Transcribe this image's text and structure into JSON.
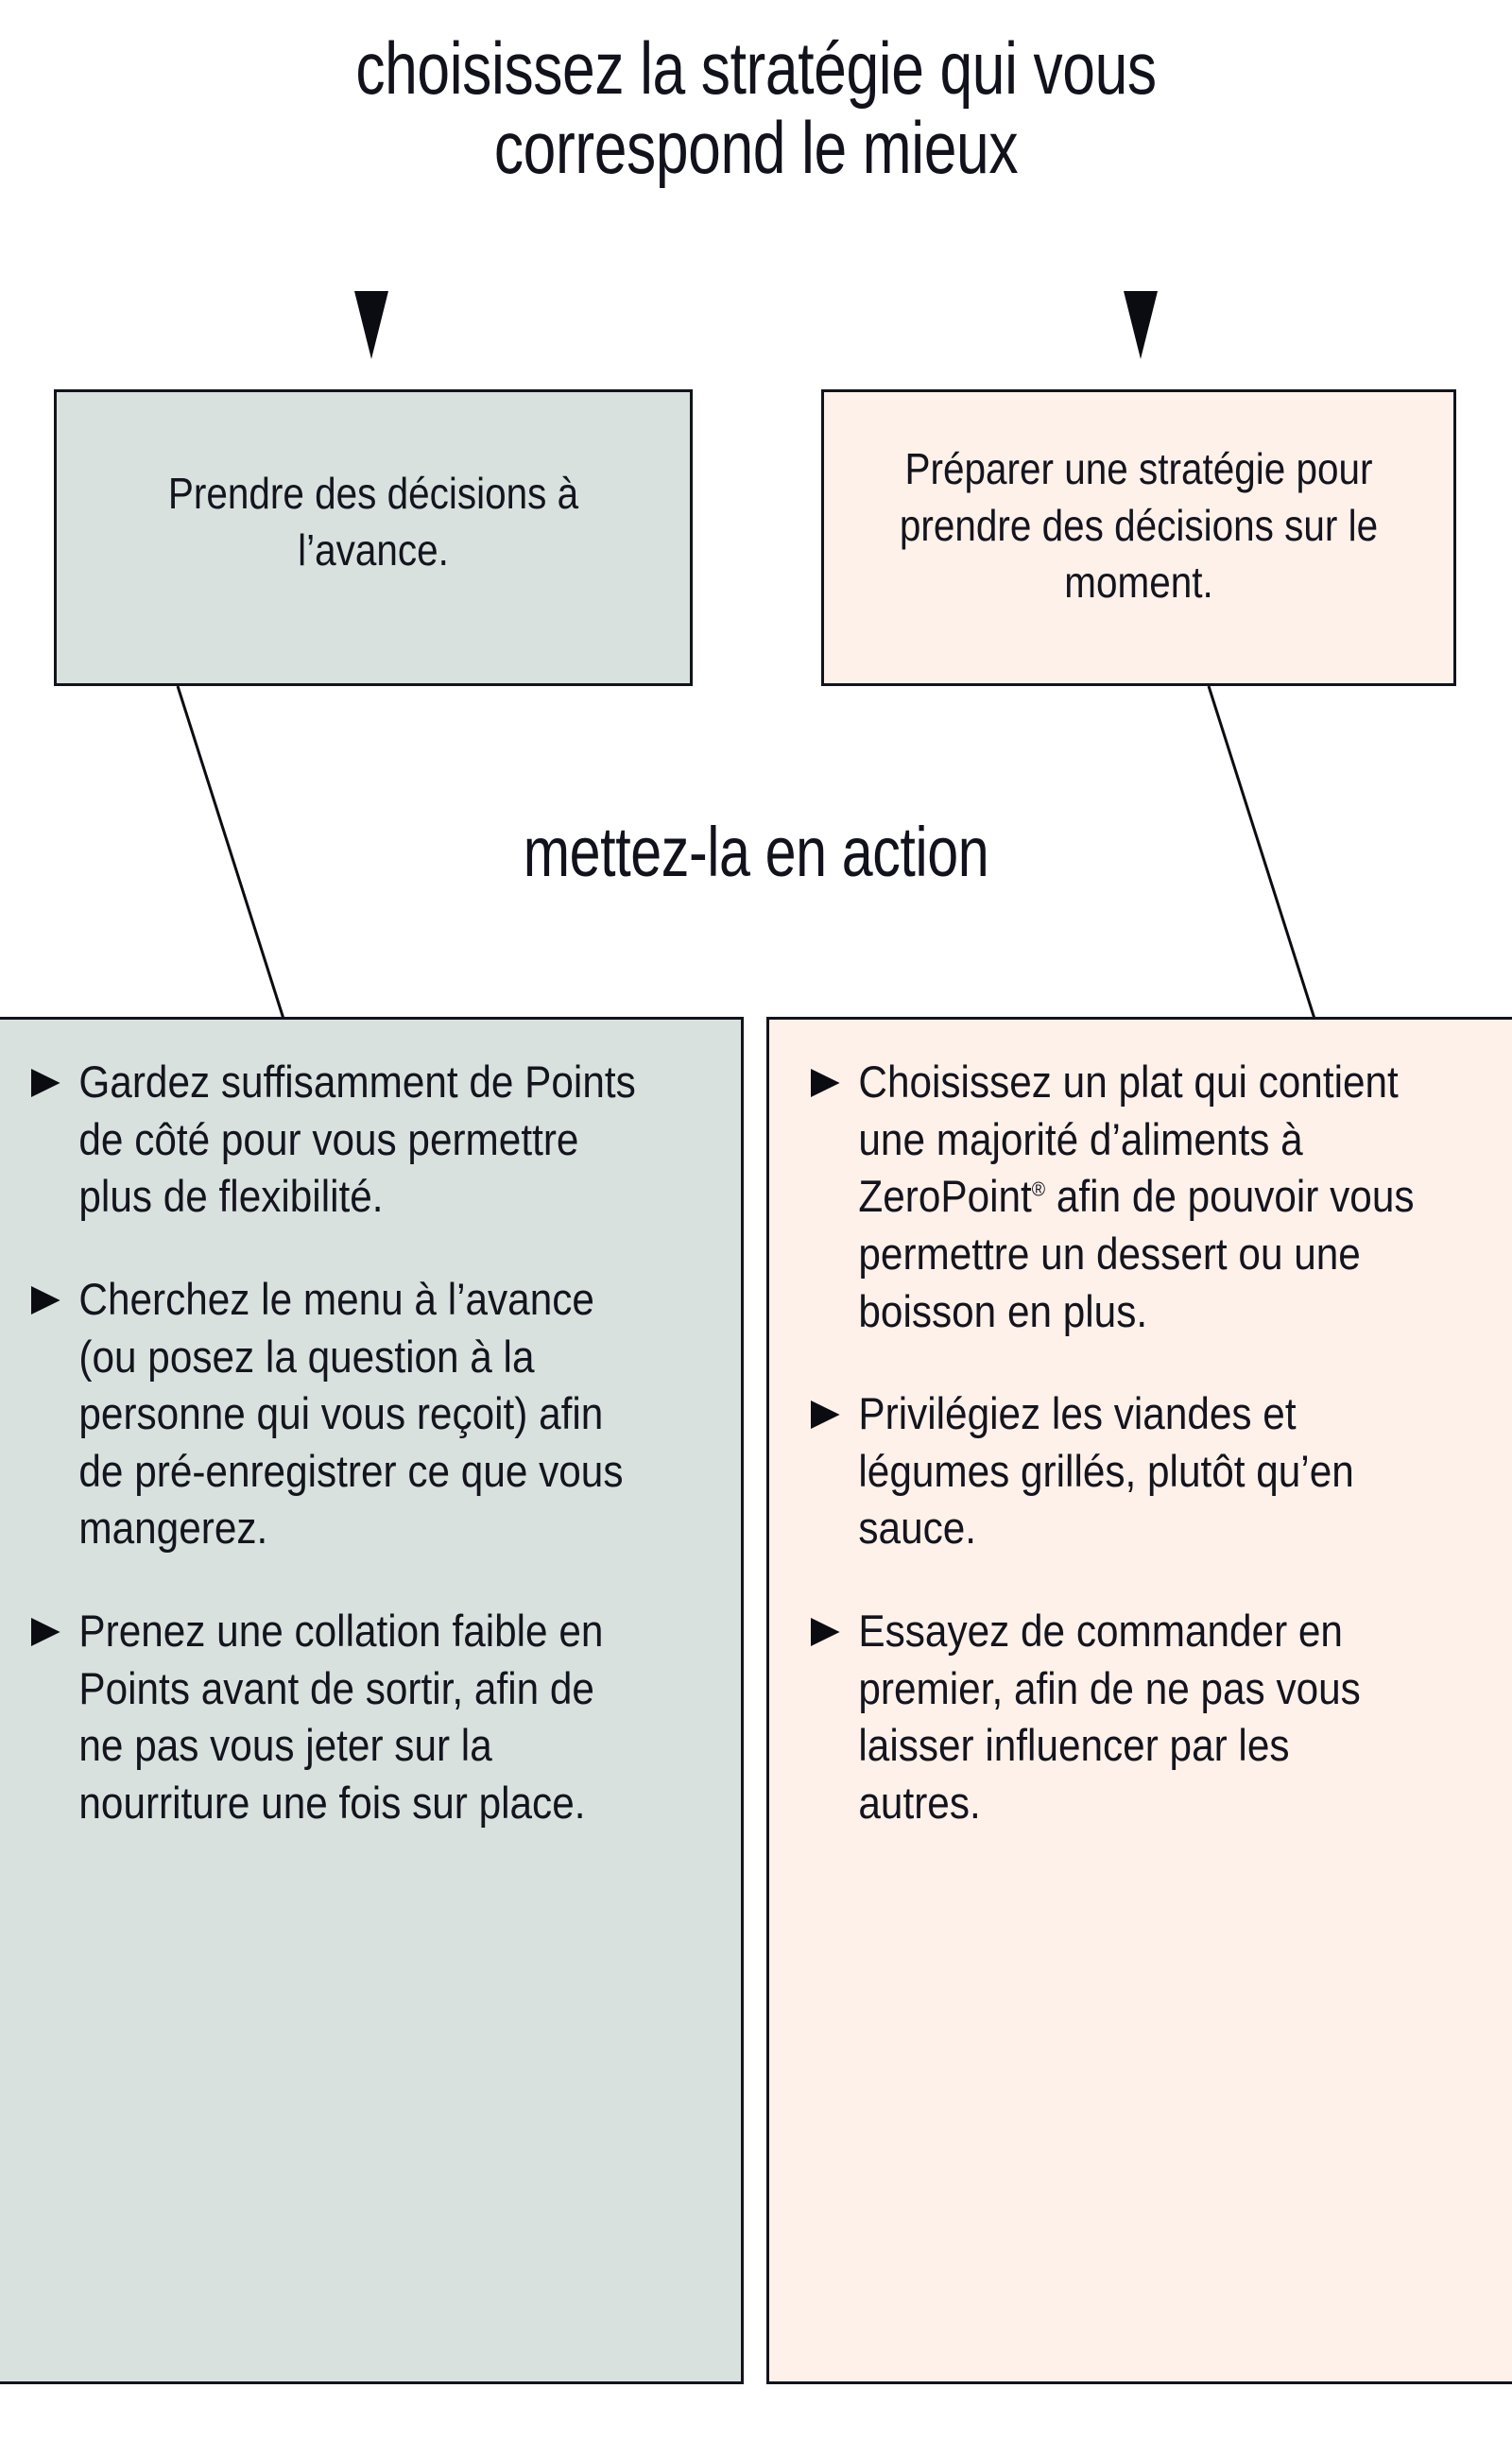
{
  "title": {
    "line1": "choisissez la stratégie qui vous",
    "line2": "correspond le mieux"
  },
  "subtitle": {
    "line1": "mettez-la en action"
  },
  "colors": {
    "green_fill": "#d8e1dd",
    "peach_fill": "#fdf1e9",
    "border": "#13131d",
    "text": "#14141e"
  },
  "branches": [
    {
      "id": "plan-ahead",
      "theme": "green",
      "arrow": "down-triangle",
      "summary": "Prendre des décisions à l’avance.",
      "actions": [
        "Gardez suffisamment de Points de côté pour vous permettre plus de flexibilité.",
        "Cherchez le menu à l’avance (ou posez la question à la personne qui vous reçoit) afin de pré-enregistrer ce que vous mangerez.",
        "Prenez une collation faible en Points avant de sortir, afin de ne pas vous jeter sur la nourriture une fois sur place."
      ]
    },
    {
      "id": "decide-in-the-moment",
      "theme": "peach",
      "arrow": "down-triangle",
      "summary": "Préparer une stratégie pour prendre des décisions sur le moment.",
      "actions": [
        "Choisissez un plat qui contient une majorité d’aliments à ZeroPoint® afin de pouvoir vous permettre un dessert ou une boisson en plus.",
        "Privilégiez les viandes et légumes grillés, plutôt qu’en sauce.",
        "Essayez de commander en premier, afin de ne pas vous laisser influencer par les autres."
      ]
    }
  ],
  "action_rich": {
    "zeropoint_before": "Choisissez un plat qui contient une majorité d’aliments à ZeroPoint",
    "zeropoint_mark": "®",
    "zeropoint_after": " afin de pouvoir vous permettre un dessert ou une boisson en plus."
  },
  "bullet_glyph": "right-triangle"
}
